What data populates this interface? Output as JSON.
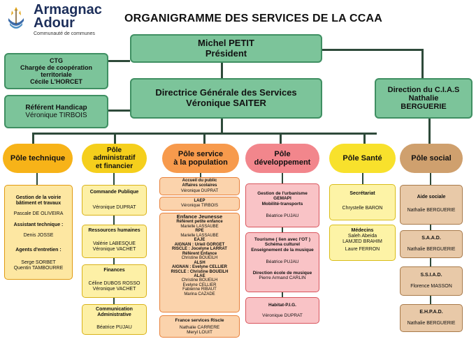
{
  "brand": {
    "name_line1": "Armagnac",
    "name_line2": "Adour",
    "tagline": "Communauté de communes"
  },
  "title": "ORGANIGRAMME DES SERVICES DE LA CCAA",
  "president": {
    "name": "Michel PETIT",
    "role": "Président"
  },
  "dgs": {
    "role": "Directrice Générale des Services",
    "name": "Véronique SAITER"
  },
  "ctg": {
    "line1": "CTG",
    "line2": "Chargée de coopération",
    "line3": "territoriale",
    "name": "Cécile L'HORCET"
  },
  "handicap": {
    "role": "Référent Handicap",
    "name": "Véronique TIRBOIS"
  },
  "cias": {
    "line1": "Direction du C.I.A.S",
    "line2": "Nathalie",
    "line3": "BERGUERIE"
  },
  "poles": [
    {
      "label": "Pôle technique",
      "lines": [
        "Pôle technique"
      ]
    },
    {
      "label": "Pôle administratif et financier",
      "lines": [
        "Pôle",
        "administratif",
        "et financier"
      ]
    },
    {
      "label": "Pôle service à la population",
      "lines": [
        "Pôle service",
        "à la population"
      ]
    },
    {
      "label": "Pôle développement",
      "lines": [
        "Pôle",
        "développement"
      ]
    },
    {
      "label": "Pôle Santé",
      "lines": [
        "Pôle Santé"
      ]
    },
    {
      "label": "Pôle social",
      "lines": [
        "Pôle social"
      ]
    }
  ],
  "technique": {
    "voirie_title1": "Gestion de la voirie",
    "voirie_title2": "bâtiment et travaux",
    "voirie_name": "Pascale DE OLIVEIRA",
    "assistant_title": "Assistant technique :",
    "assistant_name": "Denis JOSSE",
    "agents_title": "Agents d'entretien :",
    "agent1": "Serge SORBET",
    "agent2": "Quentin TAMBOURRE"
  },
  "admin": {
    "commande_title": "Commande Publique",
    "commande_name": "Véronique DUPRAT",
    "rh_title": "Ressources humaines",
    "rh_name1": "Valérie LABESQUE",
    "rh_name2": "Véronique VACHET",
    "fin_title": "Finances",
    "fin_name1": "Céline DUBOS ROSSO",
    "fin_name2": "Véronique VACHET",
    "com_title1": "Communication",
    "com_title2": "Administrative",
    "com_name": "Béatrice PUJAU"
  },
  "population": {
    "accueil_title1": "Accueil du public",
    "accueil_title2": "Affaires scolaires",
    "accueil_name": "Véronique DUPRAT",
    "laep_title": "LAEP",
    "laep_name": "Véronique TIRBOIS",
    "ej_title": "Enfance Jeunesse",
    "ej_lines": [
      {
        "text": "Référent petite enfance",
        "bold": true
      },
      {
        "text": "Marielle LASSAUBE",
        "bold": false
      },
      {
        "text": "RPE",
        "bold": true
      },
      {
        "text": "Marielle LASSAUBE",
        "bold": false
      },
      {
        "text": "EAJE",
        "bold": true
      },
      {
        "text": "AIGNAN : Urieil GORGET",
        "bold": true
      },
      {
        "text": "RISCLE : Jocelyne LARRAT",
        "bold": true
      },
      {
        "text": "Référent Enfance",
        "bold": true
      },
      {
        "text": "Christine BOUEILH",
        "bold": false
      },
      {
        "text": "ALSH",
        "bold": true
      },
      {
        "text": "AIGNAN : Evelyne CELLIER",
        "bold": true
      },
      {
        "text": "RISCLE : Christine BOUEILH",
        "bold": true
      },
      {
        "text": "ALAE",
        "bold": true
      },
      {
        "text": "Christine BOUEILH",
        "bold": false
      },
      {
        "text": "Evelyne CELLIER",
        "bold": false
      },
      {
        "text": "Fabienne RIBAUT",
        "bold": false
      },
      {
        "text": "Marina CAZADE",
        "bold": false
      }
    ],
    "fs_title": "France services Riscle",
    "fs_name1": "Nathalie CARRERE",
    "fs_name2": "Meryl LOUIT"
  },
  "developpement": {
    "urb_title1": "Gestion de l'urbanisme",
    "urb_title2": "GEMAPI",
    "urb_title3": "Mobilité-transports",
    "urb_name": "Béatrice PUJAU",
    "tour_title1": "Tourisme ( lien avec l'OT )",
    "tour_title2": "Schéma culturel",
    "tour_title3": "Enseignement de la musique",
    "tour_name": "Béatrice PUJAU",
    "ecole_title": "Direction école de musique",
    "ecole_name": "Pierre  Armand CARLIN",
    "habitat_title": "Habitat-P.I.G.",
    "habitat_name": "Véronique DUPRAT"
  },
  "sante": {
    "sec_title": "Secrétariat",
    "sec_name": "Chrystelle BARON",
    "med_title": "Médecins",
    "med_name1": "Saleh Abeida",
    "med_name2": "LAMJED BRAHIM",
    "med_name3": "Laure FERRON"
  },
  "social": {
    "aide_title": "Aide sociale",
    "aide_name": "Nathalie BERGUERIE",
    "saad_title": "S.A.A.D.",
    "saad_name": "Nathalie BERGUERIE",
    "ssiad_title": "S.S.I.A.D.",
    "ssiad_name": "Florence MASSON",
    "ehpad_title": "E.H.P.A.D.",
    "ehpad_name": "Nathalie BERGUERIE"
  },
  "colors": {
    "green": "#7cc49a",
    "green_border": "#3f8f62",
    "technique": "#f7b318",
    "admin": "#f5cf1c",
    "population": "#f79a4c",
    "developpement": "#f2868c",
    "sante": "#f8e12c",
    "social": "#cfa06e",
    "technique_box": "#fde7a2",
    "admin_box": "#fdf0a6",
    "population_box": "#fbd3ac",
    "developpement_box": "#f9c3c6",
    "sante_box": "#fdf3a6",
    "social_box": "#e8c9a8"
  }
}
